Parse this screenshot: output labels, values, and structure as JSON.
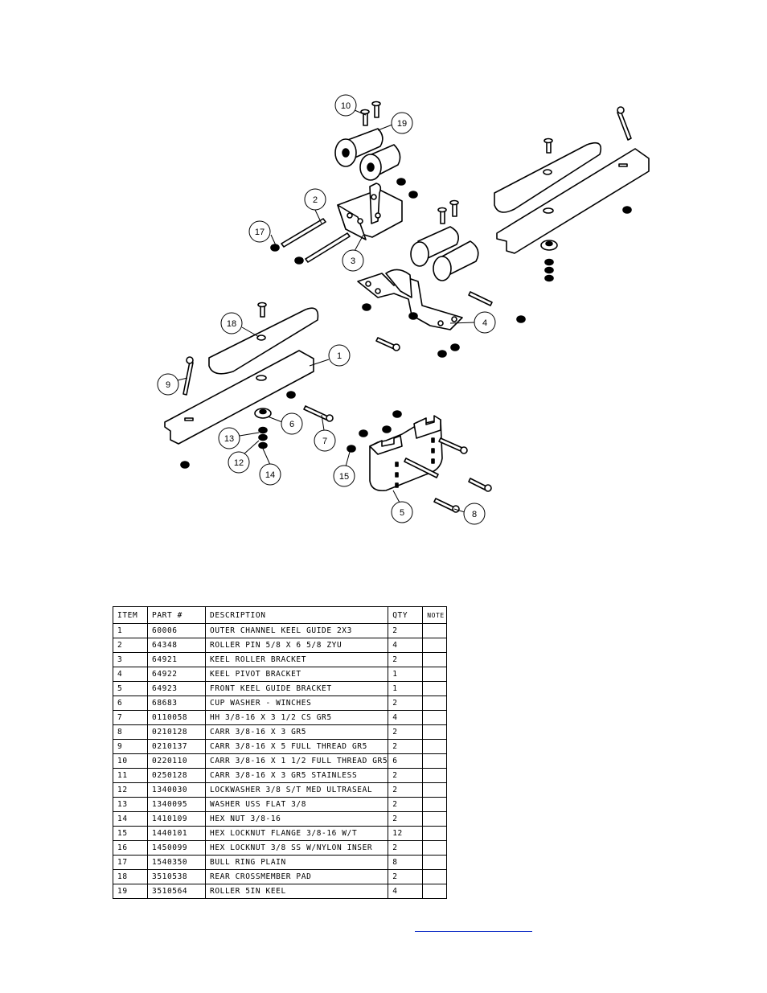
{
  "diagram": {
    "callouts": [
      "10",
      "19",
      "2",
      "17",
      "3",
      "4",
      "18",
      "1",
      "9",
      "6",
      "7",
      "13",
      "12",
      "14",
      "15",
      "5",
      "8"
    ]
  },
  "table": {
    "headers": {
      "item": "ITEM",
      "part": "PART #",
      "description": "DESCRIPTION",
      "qty": "QTY",
      "note": "NOTE"
    },
    "rows": [
      {
        "item": "1",
        "part": "60006",
        "description": "OUTER CHANNEL KEEL GUIDE 2X3",
        "qty": "2"
      },
      {
        "item": "2",
        "part": "64348",
        "description": "ROLLER PIN  5/8 X 6 5/8 ZYU",
        "qty": "4"
      },
      {
        "item": "3",
        "part": "64921",
        "description": "KEEL ROLLER BRACKET",
        "qty": "2"
      },
      {
        "item": "4",
        "part": "64922",
        "description": "KEEL PIVOT BRACKET",
        "qty": "1"
      },
      {
        "item": "5",
        "part": "64923",
        "description": "FRONT KEEL GUIDE BRACKET",
        "qty": "1"
      },
      {
        "item": "6",
        "part": "68683",
        "description": "CUP WASHER - WINCHES",
        "qty": "2"
      },
      {
        "item": "7",
        "part": "0110058",
        "description": "HH 3/8-16 X 3 1/2 CS GR5",
        "qty": "4"
      },
      {
        "item": "8",
        "part": "0210128",
        "description": "CARR 3/8-16 X 3 GR5",
        "qty": "2"
      },
      {
        "item": "9",
        "part": "0210137",
        "description": "CARR 3/8-16 X 5 FULL THREAD GR5",
        "qty": "2"
      },
      {
        "item": "10",
        "part": "0220110",
        "description": "CARR 3/8-16 X 1 1/2 FULL THREAD GR5",
        "qty": "6"
      },
      {
        "item": "11",
        "part": "0250128",
        "description": "CARR 3/8-16 X 3 GR5 STAINLESS",
        "qty": "2"
      },
      {
        "item": "12",
        "part": "1340030",
        "description": "LOCKWASHER 3/8 S/T MED ULTRASEAL",
        "qty": "2"
      },
      {
        "item": "13",
        "part": "1340095",
        "description": "WASHER USS FLAT 3/8",
        "qty": "2"
      },
      {
        "item": "14",
        "part": "1410109",
        "description": "HEX NUT 3/8-16",
        "qty": "2"
      },
      {
        "item": "15",
        "part": "1440101",
        "description": "HEX LOCKNUT FLANGE 3/8-16 W/T",
        "qty": "12"
      },
      {
        "item": "16",
        "part": "1450099",
        "description": "HEX LOCKNUT 3/8 SS W/NYLON INSER",
        "qty": "2"
      },
      {
        "item": "17",
        "part": "1540350",
        "description": "BULL RING PLAIN",
        "qty": "8"
      },
      {
        "item": "18",
        "part": "3510538",
        "description": "REAR CROSSMEMBER PAD",
        "qty": "2"
      },
      {
        "item": "19",
        "part": "3510564",
        "description": "ROLLER 5IN KEEL",
        "qty": "4"
      }
    ]
  }
}
